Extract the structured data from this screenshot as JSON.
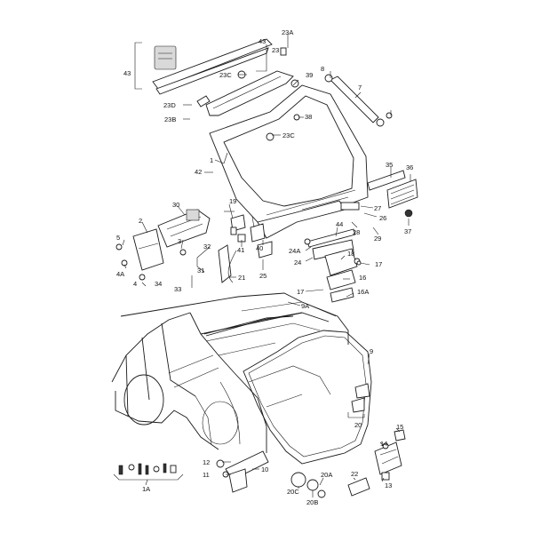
{
  "callouts": {
    "c1": "1",
    "c1a": "1A",
    "c2": "2",
    "c3": "3",
    "c4": "4",
    "c4a": "4A",
    "c5": "5",
    "c7": "7",
    "c8": "8",
    "c9": "9",
    "c9a": "9A",
    "c10": "10",
    "c11": "11",
    "c12": "12",
    "c13": "13",
    "c14": "14",
    "c15": "15",
    "c16": "16",
    "c16a": "16A",
    "c17a": "17",
    "c17b": "17",
    "c18": "18",
    "c19": "19",
    "c20": "20",
    "c20a": "20A",
    "c20b": "20B",
    "c20c": "20C",
    "c21": "21",
    "c22": "22",
    "c23": "23",
    "c23a": "23A",
    "c23b": "23B",
    "c23c_top": "23C",
    "c23c_mid": "23C",
    "c23d": "23D",
    "c24": "24",
    "c24a": "24A",
    "c25": "25",
    "c26": "26",
    "c27": "27",
    "c28": "28",
    "c29": "29",
    "c30": "30",
    "c31": "31",
    "c32": "32",
    "c33": "33",
    "c34": "34",
    "c35": "35",
    "c36": "36",
    "c37": "37",
    "c38": "38",
    "c39": "39",
    "c40": "40",
    "c41": "41",
    "c42": "42",
    "c43a": "43",
    "c43b": "43",
    "c44": "44"
  }
}
